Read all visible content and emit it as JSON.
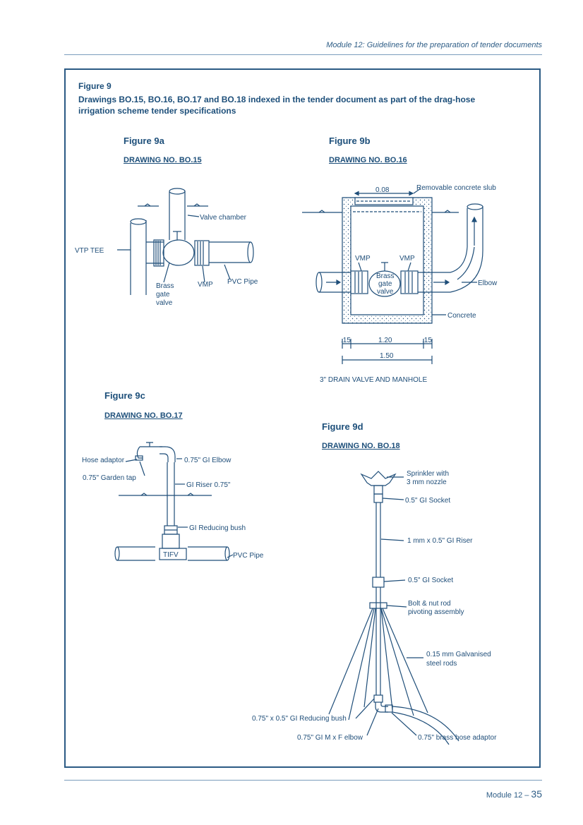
{
  "header": {
    "running_title": "Module 12: Guidelines for the preparation of tender documents"
  },
  "figure": {
    "label": "Figure 9",
    "caption": "Drawings BO.15, BO.16, BO.17 and BO.18 indexed in the tender document as part of the drag-hose irrigation scheme tender specifications"
  },
  "fig9a": {
    "title": "Figure 9a",
    "drawing_no": "DRAWING NO. BO.15",
    "labels": {
      "valve_chamber": "Valve chamber",
      "vtp_tee": "VTP TEE",
      "brass_gate_valve_1": "Brass",
      "brass_gate_valve_2": "gate",
      "brass_gate_valve_3": "valve",
      "vmp": "VMP",
      "pvc_pipe": "PVC Pipe"
    }
  },
  "fig9b": {
    "title": "Figure 9b",
    "drawing_no": "DRAWING NO. BO.16",
    "labels": {
      "dim_top": "0.08",
      "removable_slab": "Removable concrete slub",
      "vmp_left": "VMP",
      "vmp_right": "VMP",
      "brass_gate_valve_1": "Brass",
      "brass_gate_valve_2": "gate",
      "brass_gate_valve_3": "valve",
      "elbow": "Elbow",
      "concrete": "Concrete",
      "dim_15_left": ".15",
      "dim_120": "1.20",
      "dim_15_right": ".15",
      "dim_150": "1.50",
      "caption": "3\" DRAIN VALVE AND MANHOLE"
    }
  },
  "fig9c": {
    "title": "Figure 9c",
    "drawing_no": "DRAWING NO. BO.17",
    "labels": {
      "hose_adaptor": "Hose adaptor",
      "gi_elbow": "0.75\" GI Elbow",
      "garden_tap": "0.75\" Garden tap",
      "gi_riser": "GI Riser 0.75\"",
      "gi_reducing_bush": "GI Reducing bush",
      "tifv": "TIFV",
      "pvc_pipe": "PVC Pipe"
    }
  },
  "fig9d": {
    "title": "Figure 9d",
    "drawing_no": "DRAWING NO. BO.18",
    "labels": {
      "sprinkler_1": "Sprinkler with",
      "sprinkler_2": "3 mm nozzle",
      "socket_top": "0.5\" GI Socket",
      "riser": "1 mm x 0.5\" GI Riser",
      "socket_bottom": "0.5\" GI Socket",
      "bolt_1": "Bolt & nut rod",
      "bolt_2": "pivoting assembly",
      "rods_1": "0.15 mm Galvanised",
      "rods_2": "steel rods",
      "reducing_bush": "0.75\" x 0.5\" GI Reducing bush",
      "elbow": "0.75\" GI M x F elbow",
      "hose_adaptor": "0.75\" brass hose adaptor"
    }
  },
  "footer": {
    "module": "Module 12 –",
    "page": "35"
  },
  "colors": {
    "ink": "#1f4e79",
    "frame": "#2b5a84",
    "rule": "#7a9cbc"
  }
}
